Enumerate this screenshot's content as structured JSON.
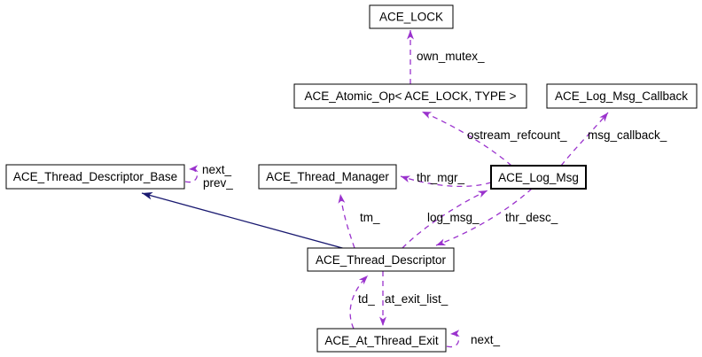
{
  "diagram": {
    "kind": "doxygen-collaboration-graph",
    "colors": {
      "background": "#ffffff",
      "edge_usage": "#9a32cd",
      "edge_inheritance": "#191970",
      "node_border_default": "#000000",
      "node_border_incomplete": "#ff0000",
      "node_border_external": "#bebebe",
      "current_node_fill": "#bfbfbf",
      "text": "#000000"
    },
    "nodes": [
      {
        "label": "ACE_LOCK",
        "role": "external"
      },
      {
        "label": "ACE_Atomic_Op< ACE_LOCK, TYPE >",
        "role": "documented"
      },
      {
        "label": "ACE_Log_Msg_Callback",
        "role": "documented"
      },
      {
        "label": "ACE_Thread_Descriptor_Base",
        "role": "truncated"
      },
      {
        "label": "ACE_Thread_Manager",
        "role": "truncated"
      },
      {
        "label": "ACE_Log_Msg",
        "role": "current"
      },
      {
        "label": "ACE_Thread_Descriptor",
        "role": "documented"
      },
      {
        "label": "ACE_At_Thread_Exit",
        "role": "documented"
      }
    ],
    "edges": [
      {
        "label": "own_mutex_",
        "from": "ACE_Atomic_Op< ACE_LOCK, TYPE >",
        "to": "ACE_LOCK",
        "kind": "usage"
      },
      {
        "label": "ostream_refcount_",
        "from": "ACE_Log_Msg",
        "to": "ACE_Atomic_Op< ACE_LOCK, TYPE >",
        "kind": "usage"
      },
      {
        "label": "msg_callback_",
        "from": "ACE_Log_Msg",
        "to": "ACE_Log_Msg_Callback",
        "kind": "usage"
      },
      {
        "label": "thr_mgr_",
        "from": "ACE_Log_Msg",
        "to": "ACE_Thread_Manager",
        "kind": "usage"
      },
      {
        "label": "tm_",
        "from": "ACE_Thread_Descriptor",
        "to": "ACE_Thread_Manager",
        "kind": "usage"
      },
      {
        "label": "log_msg_",
        "from": "ACE_Thread_Descriptor",
        "to": "ACE_Log_Msg",
        "kind": "usage"
      },
      {
        "label": "thr_desc_",
        "from": "ACE_Log_Msg",
        "to": "ACE_Thread_Descriptor",
        "kind": "usage"
      },
      {
        "label": "next_",
        "from": "ACE_Thread_Descriptor_Base",
        "to": "ACE_Thread_Descriptor_Base",
        "kind": "usage"
      },
      {
        "label": "prev_",
        "from": "ACE_Thread_Descriptor_Base",
        "to": "ACE_Thread_Descriptor_Base",
        "kind": "usage"
      },
      {
        "label": "",
        "from": "ACE_Thread_Descriptor",
        "to": "ACE_Thread_Descriptor_Base",
        "kind": "inheritance"
      },
      {
        "label": "td_",
        "from": "ACE_At_Thread_Exit",
        "to": "ACE_Thread_Descriptor",
        "kind": "usage"
      },
      {
        "label": "at_exit_list_",
        "from": "ACE_Thread_Descriptor",
        "to": "ACE_At_Thread_Exit",
        "kind": "usage"
      },
      {
        "label": "next_",
        "from": "ACE_At_Thread_Exit",
        "to": "ACE_At_Thread_Exit",
        "kind": "usage"
      }
    ]
  }
}
